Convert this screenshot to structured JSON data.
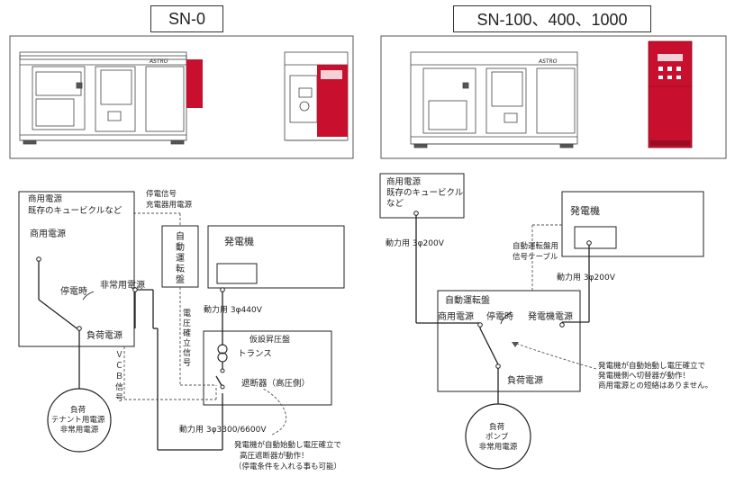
{
  "titles": {
    "left": "SN-0",
    "right": "SN-100、400、1000"
  },
  "sn0": {
    "utility_source_note": [
      "商用電源",
      "既存のキュービクルなど"
    ],
    "outage_signal": [
      "停電信号",
      "充電器用電源"
    ],
    "utility_power": "商用電源",
    "at_outage": "停電時",
    "emergency_power": "非常用電源",
    "load_power": "負荷電源",
    "vcb_signal": [
      "Ｖ",
      "Ｃ",
      "Ｂ",
      "信",
      "号"
    ],
    "auto_panel": [
      "自",
      "動",
      "運",
      "転",
      "盤"
    ],
    "voltage_signal": [
      "電",
      "圧",
      "確",
      "立",
      "信",
      "号"
    ],
    "generator": "発電機",
    "power_440": "動力用 3φ440V",
    "temp_step_up": "仮設昇圧盤",
    "transformer": "トランス",
    "breaker": "遮断器（高圧側）",
    "power_hv": "動力用 3φ3300/6600V",
    "note": [
      "発電機が自動始動し電圧確立で",
      "高圧遮断器が動作！",
      "（停電条件を入れる事も可能）"
    ],
    "load": [
      "負荷",
      "テナント用電源",
      "非常用電源"
    ]
  },
  "sn100": {
    "utility_source_note": [
      "商用電源",
      "既存のキュービクル",
      "など"
    ],
    "power_200_left": "動力用 3φ200V",
    "generator": "発電機",
    "auto_cable": [
      "自動運転盤用",
      "信号ケーブル"
    ],
    "power_200_right": "動力用 3φ200V",
    "auto_panel": "自動運転盤",
    "utility_power": "商用電源",
    "at_outage": "停電時",
    "gen_power": "発電機電源",
    "load_power": "負荷電源",
    "note": [
      "発電機が自動始動し電圧確立で",
      "発電機側へ切替器が動作！",
      "商用電源との短絡はありません。"
    ],
    "load": [
      "負荷",
      "ポンプ",
      "非常用電源"
    ]
  },
  "colors": {
    "panel_red": "#c8102e",
    "line": "#222222",
    "dashed": "#555555"
  }
}
